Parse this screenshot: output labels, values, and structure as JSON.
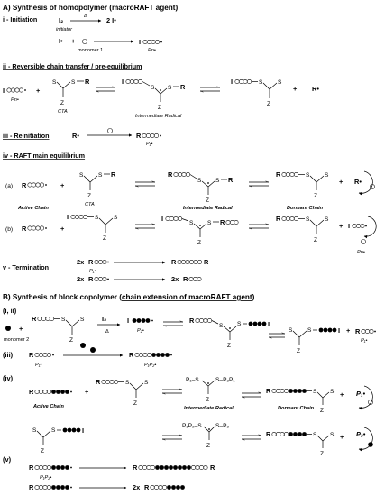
{
  "sectionA": {
    "title": "A) Synthesis of homopolymer (macroRAFT agent)",
    "i_title": "i - Initiation",
    "ii_title": "ii - Reversible chain transfer / pre-equilibrium",
    "iii_title": "iii - Reinitiation",
    "iv_title": "iv - RAFT main equilibrium",
    "v_title": "v - Termination"
  },
  "sectionB": {
    "title_prefix": "B) Synthesis of block copolymer (",
    "title_link": "chain extension of macroRAFT agent",
    "title_suffix": ")",
    "step_i_ii": "(i, ii)",
    "step_iii": "(iii)",
    "step_iv": "(iv)",
    "step_v": "(v)"
  },
  "labels": {
    "I2": "I₂",
    "initiator": "initiator",
    "delta": "Δ",
    "two_I": "2 I•",
    "I_rad": "I•",
    "plus": "+",
    "monomer1": "monomer 1",
    "monomer2": "monomer 2",
    "Pn": "Pn•",
    "CTA": "CTA",
    "intermediate": "Intermediate Radical",
    "intermediate_bold": "Intermediate Radical",
    "dormant": "Dormant Chain",
    "active": "Active Chain",
    "R_rad": "R•",
    "P1": "P₁•",
    "P2": "P₂•",
    "P1P2": "P₁P₂•",
    "a": "(a)",
    "b": "(b)",
    "two_x": "2x",
    "S": "S",
    "R": "R",
    "Z": "Z",
    "I": "I",
    "P1_prefix": "P₁–S",
    "P2P1": "S–P₂P₁",
    "P1P2_prefix": "P₁P₂–S",
    "P2_suffix": "S–P₂"
  },
  "colors": {
    "ink": "#000000",
    "background": "#ffffff"
  }
}
